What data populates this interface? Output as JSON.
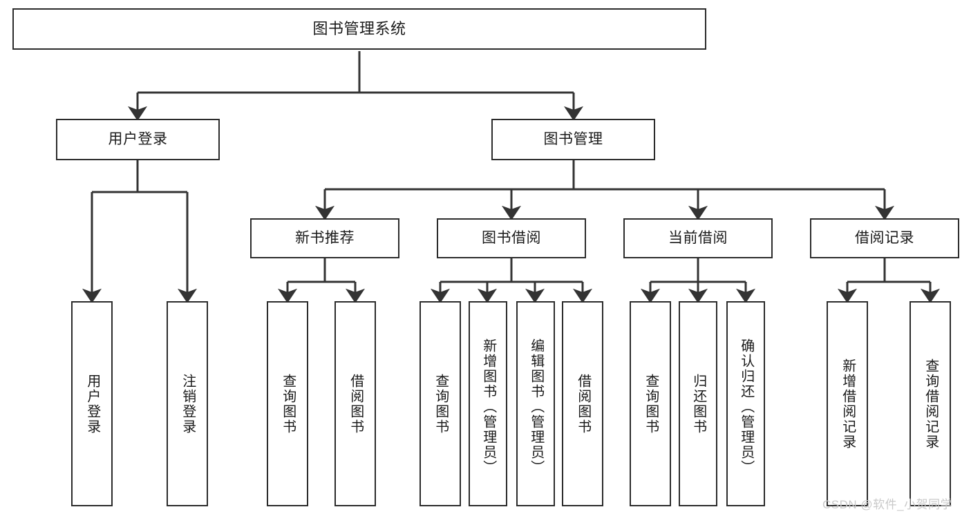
{
  "diagram": {
    "title": "图书管理系统",
    "type": "tree-hierarchy-chart",
    "colors": {
      "box_stroke": "#2b2b2b",
      "line": "#333333",
      "background": "#ffffff",
      "text": "#1a1a1a",
      "watermark": "#c9c9c9"
    },
    "root": {
      "label": "图书管理系统"
    },
    "level1": [
      {
        "label": "用户登录"
      },
      {
        "label": "图书管理"
      }
    ],
    "level2": [
      {
        "label": "新书推荐"
      },
      {
        "label": "图书借阅"
      },
      {
        "label": "当前借阅"
      },
      {
        "label": "借阅记录"
      }
    ],
    "leaves": {
      "user_login": [
        {
          "label": "用户登录"
        },
        {
          "label": "注销登录"
        }
      ],
      "new_book_recommend": [
        {
          "label": "查询图书"
        },
        {
          "label": "借阅图书"
        }
      ],
      "book_borrow": [
        {
          "label": "查询图书"
        },
        {
          "label": "新增图书（管理员）"
        },
        {
          "label": "编辑图书（管理员）"
        },
        {
          "label": "借阅图书"
        }
      ],
      "current_borrow": [
        {
          "label": "查询图书"
        },
        {
          "label": "归还图书"
        },
        {
          "label": "确认归还（管理员）"
        }
      ],
      "borrow_record": [
        {
          "label": "新增借阅记录"
        },
        {
          "label": "查询借阅记录"
        }
      ]
    },
    "watermark": "CSDN @软件_小贺同学"
  }
}
